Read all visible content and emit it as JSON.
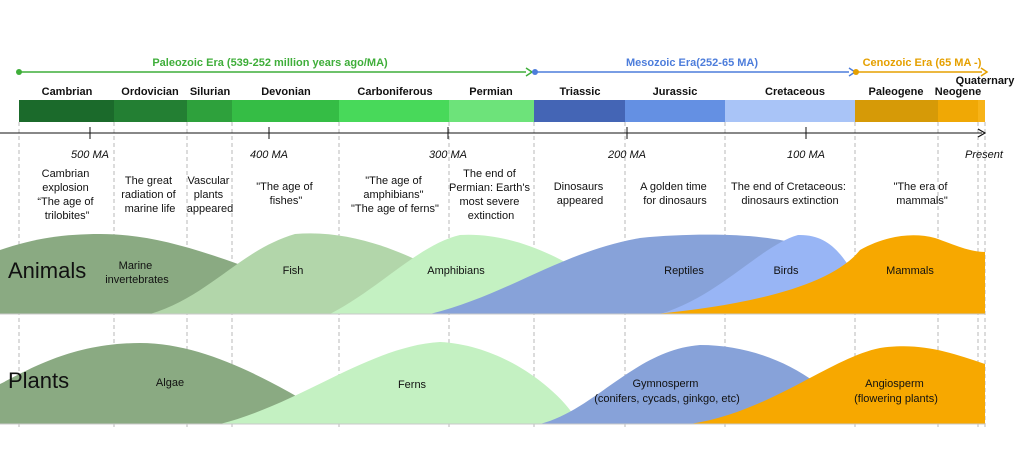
{
  "eras": [
    {
      "label": "Paleozoic Era (539-252 million years ago/MA)",
      "color": "#3fae3a"
    },
    {
      "label": "Mesozoic Era(252-65 MA)",
      "color": "#4d7ddb"
    },
    {
      "label": "Cenozoic Era (65 MA -)",
      "color": "#e5a000"
    }
  ],
  "periods": [
    {
      "label": "Cambrian",
      "color": "#1b6a2b"
    },
    {
      "label": "Ordovician",
      "color": "#237f33"
    },
    {
      "label": "Silurian",
      "color": "#2ea13c"
    },
    {
      "label": "Devonian",
      "color": "#35bd45"
    },
    {
      "label": "Carboniferous",
      "color": "#48d95a"
    },
    {
      "label": "Permian",
      "color": "#6de37a"
    },
    {
      "label": "Triassic",
      "color": "#4465b5"
    },
    {
      "label": "Jurassic",
      "color": "#6490e3"
    },
    {
      "label": "Cretaceous",
      "color": "#a9c4f7"
    },
    {
      "label": "Paleogene",
      "color": "#d69a07"
    },
    {
      "label": "Neogene",
      "color": "#f0a805"
    },
    {
      "label": "Quaternary",
      "color": "#f7b318"
    }
  ],
  "ticks": [
    "500 MA",
    "400 MA",
    "300 MA",
    "200 MA",
    "100 MA",
    "Present"
  ],
  "events": [
    {
      "lines": [
        "Cambrian",
        "explosion",
        "“The age of",
        "trilobites”"
      ]
    },
    {
      "lines": [
        "The great",
        "radiation of",
        "marine life"
      ]
    },
    {
      "lines": [
        "Vascular",
        "plants",
        "appeared"
      ]
    },
    {
      "lines": [
        "\"The age of",
        "fishes\""
      ]
    },
    {
      "lines": [
        "\"The age of",
        "amphibians\"",
        "\"The age of ferns\""
      ]
    },
    {
      "lines": [
        "The end of",
        "Permian: Earth's",
        "most severe",
        "extinction"
      ]
    },
    {
      "lines": [
        "Dinosaurs",
        "appeared"
      ]
    },
    {
      "lines": [
        "A golden time",
        "for dinosaurs"
      ]
    },
    {
      "lines": [
        "The end of Cretaceous:",
        "dinosaurs extinction"
      ]
    },
    {
      "lines": [
        "\"The era of",
        "mammals\""
      ]
    }
  ],
  "rows": {
    "animals": "Animals",
    "plants": "Plants"
  },
  "animal_groups": [
    {
      "lines": [
        "Marine",
        "invertebrates"
      ],
      "color": "#8aaa82"
    },
    {
      "lines": [
        "Fish"
      ],
      "color": "#b2d6aa"
    },
    {
      "lines": [
        "Amphibians"
      ],
      "color": "#c4f1c2"
    },
    {
      "lines": [
        "Reptiles"
      ],
      "color": "#87a2d9"
    },
    {
      "lines": [
        "Birds"
      ],
      "color": "#98b5f5"
    },
    {
      "lines": [
        "Mammals"
      ],
      "color": "#f7a800"
    }
  ],
  "plant_groups": [
    {
      "lines": [
        "Algae"
      ],
      "color": "#8aaa82"
    },
    {
      "lines": [
        "Ferns"
      ],
      "color": "#c4f1c2"
    },
    {
      "lines": [
        "Gymnosperm",
        "(conifers, cycads, ginkgo, etc)"
      ],
      "color": "#87a2d9"
    },
    {
      "lines": [
        "Angiosperm",
        "(flowering plants)"
      ],
      "color": "#f7a800"
    }
  ]
}
